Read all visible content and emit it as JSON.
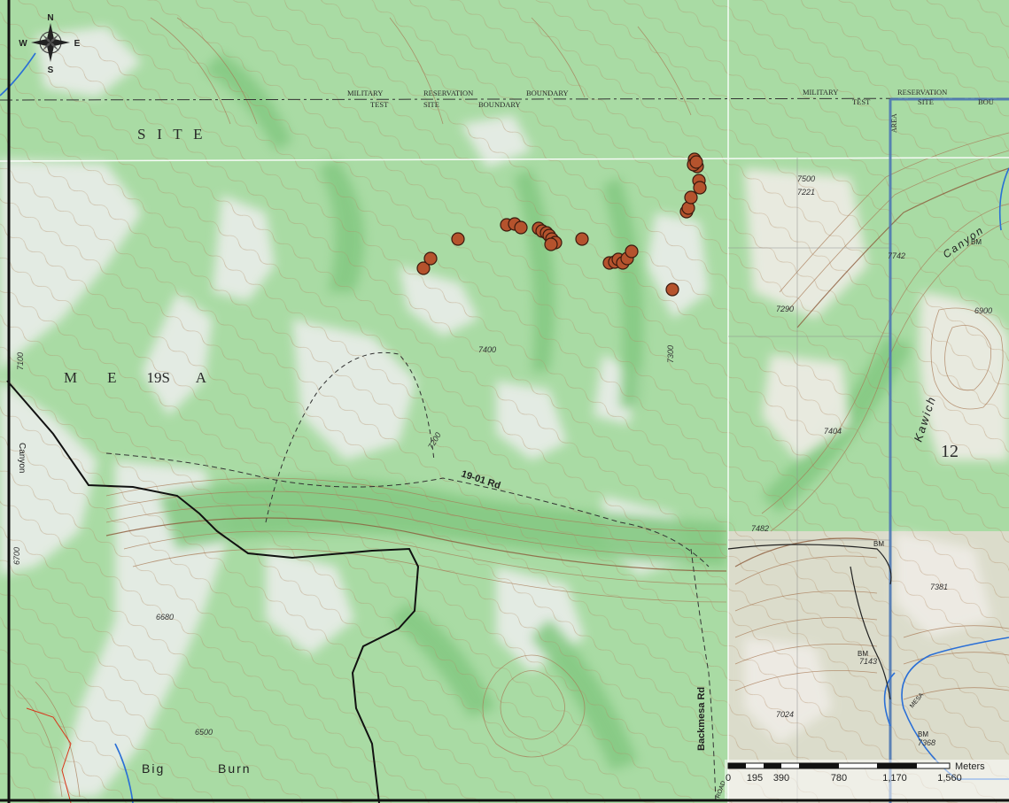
{
  "colors": {
    "vegetation": "#9fd69a",
    "vegetation_dark": "#7cc27a",
    "relief": "#e8e8e8",
    "contour": "#a87a55",
    "water": "#2a6fd6",
    "boundary_blue": "#4d77b3",
    "road": "#111111",
    "point_fill": "#b5532d",
    "point_stroke": "#3a1a0e",
    "trail": "#d9361a"
  },
  "compass": {
    "n": "N",
    "s": "S",
    "e": "E",
    "w": "W"
  },
  "labels": {
    "military_left": "MILITARY",
    "test_left": "TEST",
    "reservation_left": "RESERVATION",
    "site_left": "SITE",
    "boundary_left": "BOUNDARY",
    "boundary_left2": "BOUNDARY",
    "military_right": "MILITARY",
    "test_right": "TEST",
    "reservation_right": "RESERVATION",
    "site_right": "SITE",
    "bou_right": "BOU",
    "site_big": "S   I   T   E",
    "mesa": "M        E        19S       A",
    "section_19": "19",
    "section_12": "12",
    "road_1901": "19-01 Rd",
    "road_backmesa": "Backmesa Rd",
    "canyon_left": "Canyon",
    "kawich": "Kawich",
    "canyon_right": "Canyon",
    "big": "Big",
    "burn": "Burn",
    "area": "AREA",
    "bm": "BM",
    "road_word": "ROAD",
    "mesa_small": "MESA"
  },
  "elevations": [
    "7221",
    "7742",
    "7290",
    "7404",
    "7482",
    "7381",
    "7143",
    "7024",
    "7368",
    "6680",
    "6700",
    "7200",
    "7400",
    "7500",
    "7100",
    "7300",
    "6500",
    "6900"
  ],
  "scale_bar": {
    "ticks": [
      "0",
      "195",
      "390",
      "780",
      "1,170",
      "1,560"
    ],
    "unit": "Meters"
  },
  "points_count": 31
}
